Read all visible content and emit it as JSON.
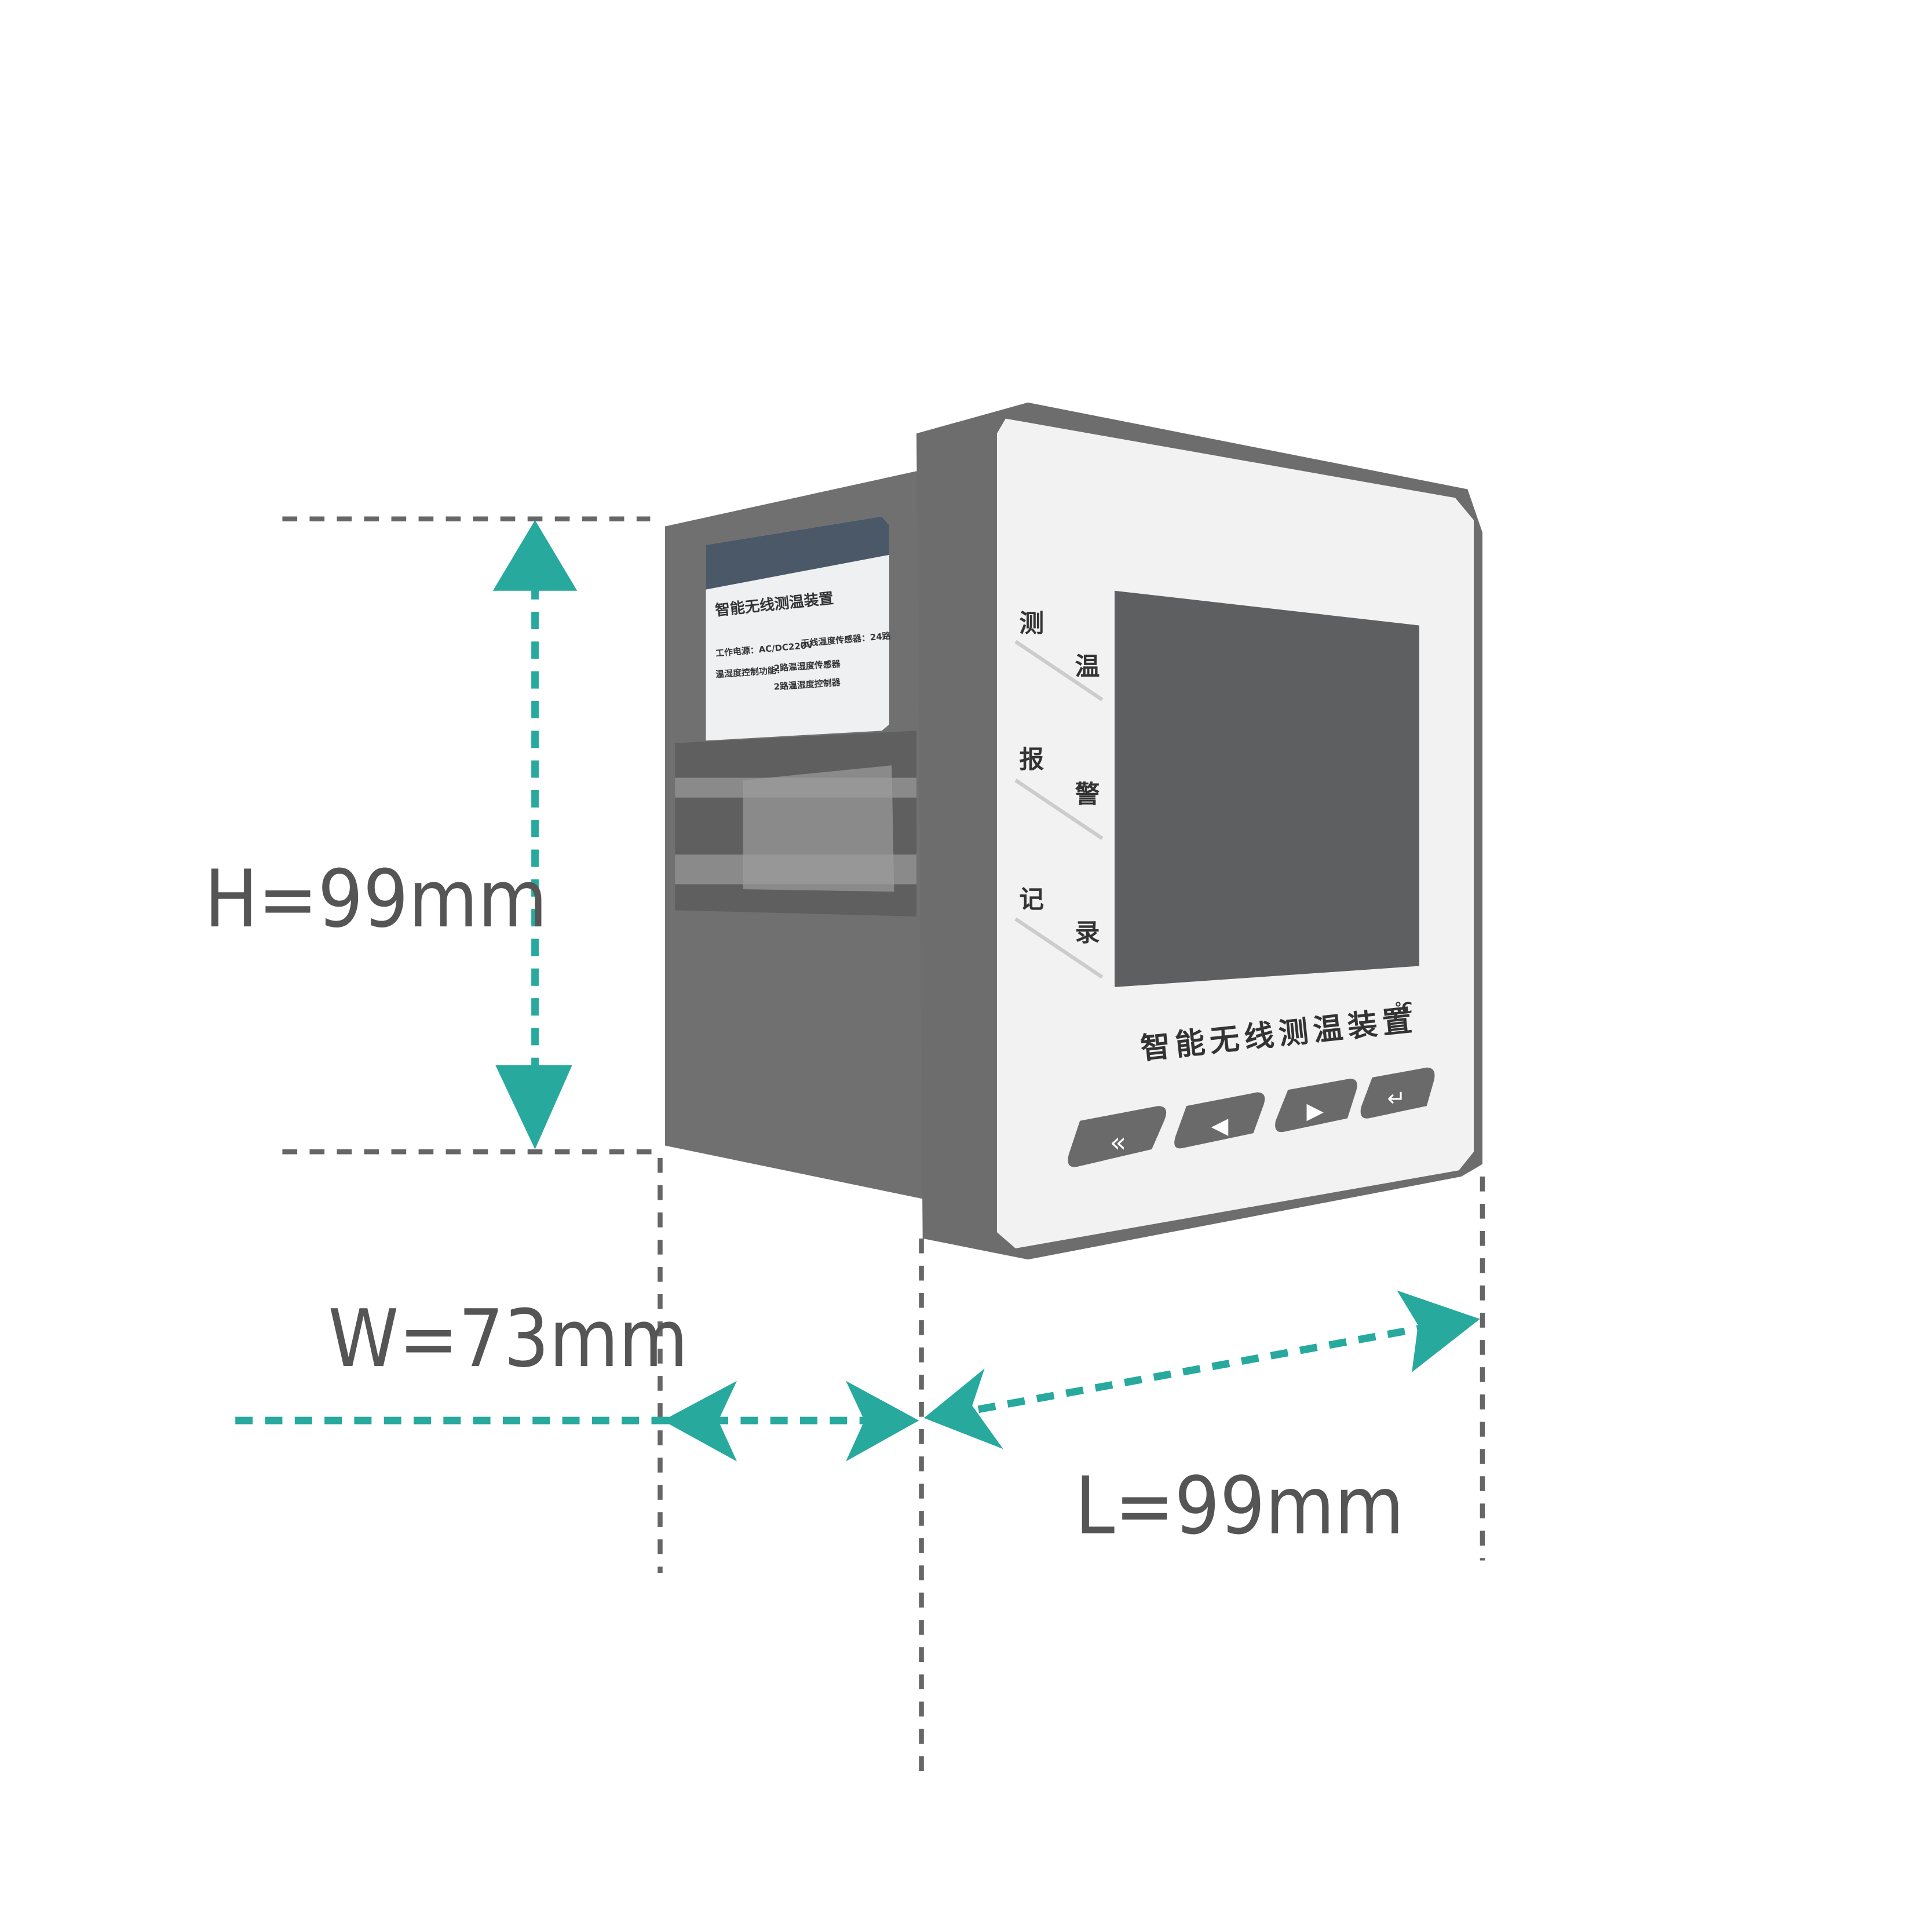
{
  "dimensions": {
    "height": "H=99mm",
    "width": "W=73mm",
    "length": "L=99mm"
  },
  "label": {
    "title": "智能无线测温装置",
    "power": "工作电源：AC/DC220V",
    "sensors": "无线温度传感器：24路",
    "control_label": "温湿度控制功能：",
    "control_line1": "2路温湿度传感器",
    "control_line2": "2路温湿度控制器"
  },
  "panel": {
    "side_labels": [
      "测",
      "温",
      "报",
      "警",
      "记",
      "录"
    ],
    "brand": "智能无线测温装置",
    "unit": "℃",
    "buttons": [
      "«",
      "◀",
      "▶",
      "↵"
    ]
  },
  "colors": {
    "accent": "#27a99e",
    "dim_text": "#555555",
    "body": "#6f6f6f",
    "screen": "#5e5f60"
  }
}
